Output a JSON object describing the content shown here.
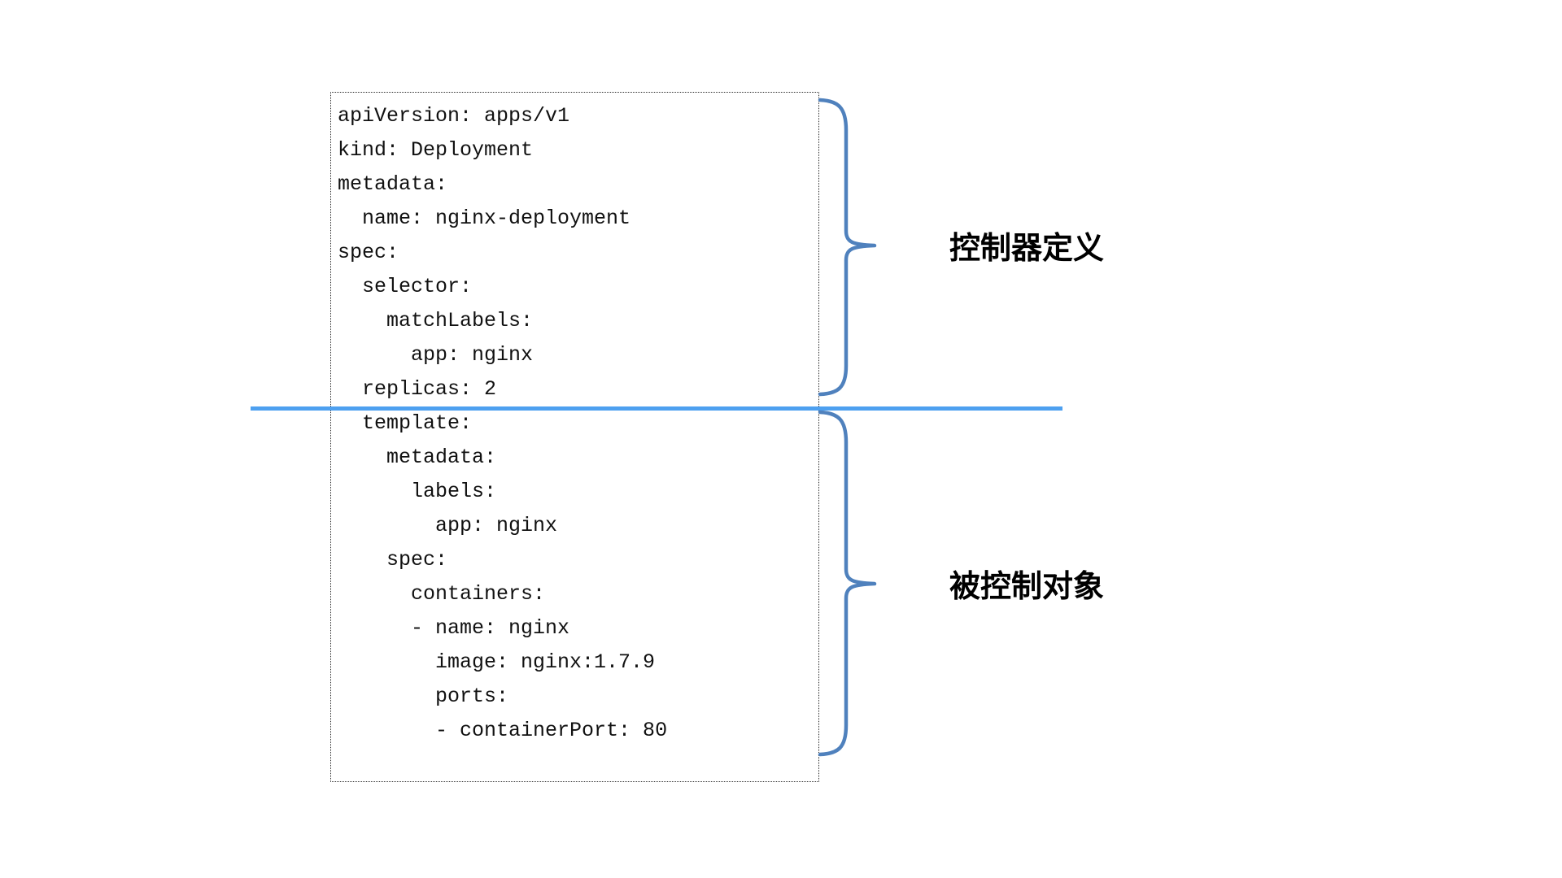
{
  "diagram": {
    "yaml": {
      "lines": [
        "apiVersion: apps/v1",
        "kind: Deployment",
        "metadata:",
        "  name: nginx-deployment",
        "spec:",
        "  selector:",
        "    matchLabels:",
        "      app: nginx",
        "  replicas: 2",
        "  template:",
        "    metadata:",
        "      labels:",
        "        app: nginx",
        "    spec:",
        "      containers:",
        "      - name: nginx",
        "        image: nginx:1.7.9",
        "        ports:",
        "        - containerPort: 80"
      ]
    },
    "labels": {
      "controller_definition": "控制器定义",
      "controlled_object": "被控制对象"
    },
    "colors": {
      "brace": "#4f81bd",
      "divider": "#4da0f0",
      "code_text": "#111111",
      "box_border": "#2b2b2b",
      "label_text": "#000000"
    }
  }
}
